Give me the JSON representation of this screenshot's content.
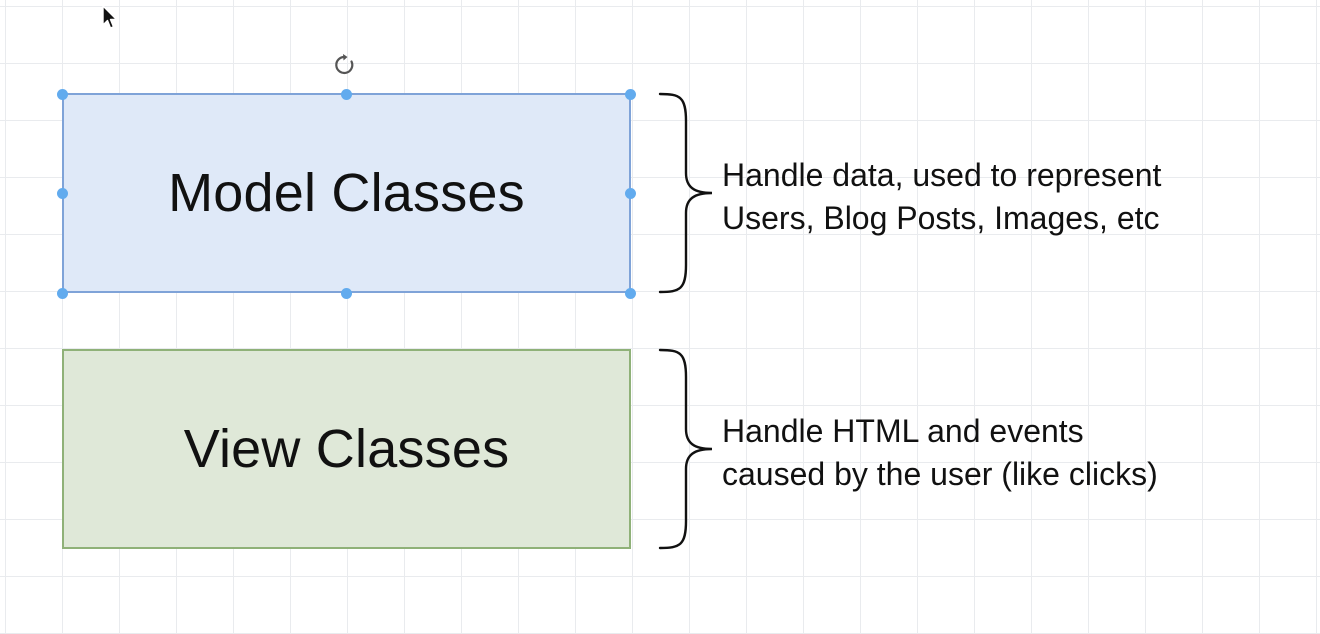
{
  "diagram": {
    "model_box": {
      "label": "Model Classes",
      "fill": "#dfe9f8",
      "selected": true
    },
    "view_box": {
      "label": "View Classes",
      "fill": "#dfe8d8"
    },
    "model_description": {
      "line1": "Handle data, used to represent",
      "line2": "Users, Blog Posts, Images, etc"
    },
    "view_description": {
      "line1": "Handle HTML and events",
      "line2": "caused by the user (like clicks)"
    }
  },
  "icons": {
    "rotate": "rotate-icon",
    "cursor": "mouse-pointer-icon"
  },
  "colors": {
    "selection_handle": "#62abee",
    "model_border": "#7fa3d8",
    "view_border": "#8fb178"
  }
}
